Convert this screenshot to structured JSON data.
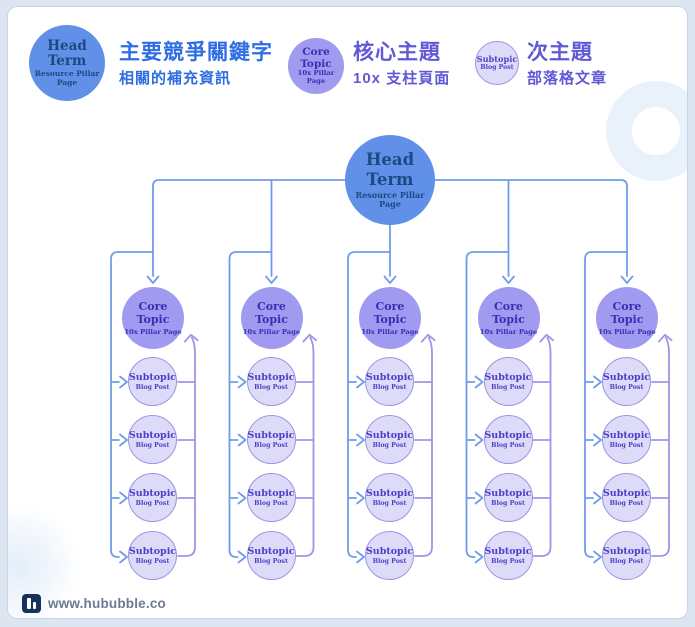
{
  "legend": {
    "items": [
      {
        "circle_title": "Head Term",
        "circle_subtitle": "Resource Pillar Page",
        "title": "主要競爭關鍵字",
        "subtitle": "相關的補充資訊"
      },
      {
        "circle_title": "Core Topic",
        "circle_subtitle": "10x Pillar Page",
        "title": "核心主題",
        "subtitle": "10x 支柱頁面"
      },
      {
        "circle_title": "Subtopic",
        "circle_subtitle": "Blog Post",
        "title": "次主題",
        "subtitle": "部落格文章"
      }
    ]
  },
  "diagram": {
    "head": {
      "title": "Head Term",
      "subtitle": "Resource Pillar Page"
    },
    "core": {
      "title": "Core Topic",
      "subtitle": "10x Pillar Page"
    },
    "subtopic": {
      "title": "Subtopic",
      "subtitle": "Blog Post"
    },
    "column_count": 5,
    "subtopics_per_column": 4
  },
  "footer": {
    "website": "www.hububble.co"
  },
  "colors": {
    "head_fill": "#6090e8",
    "head_text": "#1b4a80",
    "core_fill": "#a09af0",
    "core_text": "#3a2eb4",
    "subtopic_fill": "#dedbf8",
    "subtopic_border": "#9c94e6",
    "subtopic_text": "#4c40c8",
    "connector_blue": "#6f9ce9",
    "connector_purple": "#9e95e8",
    "legend_blue": "#2e6ee2",
    "legend_purple": "#6158d6",
    "footer_text": "#6b7b92",
    "logo_bg": "#16325c",
    "deco_ring": "#e9f1fa",
    "deco_blob": "#e3edf9"
  }
}
